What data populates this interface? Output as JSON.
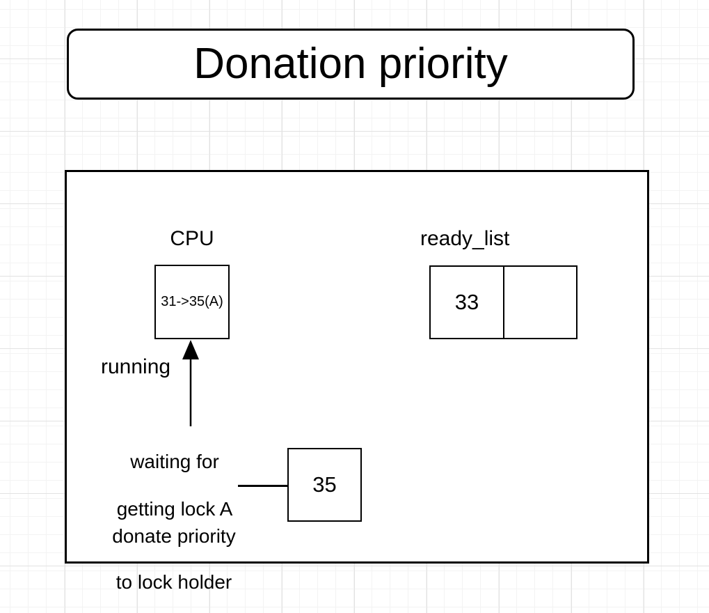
{
  "title": {
    "label": "Donation priority"
  },
  "cpu": {
    "label": "CPU",
    "running_thread": "31->35(A)",
    "status_label": "running"
  },
  "ready_list": {
    "label": "ready_list",
    "cells": [
      {
        "value": "33"
      },
      {
        "value": ""
      }
    ]
  },
  "waiting_thread": {
    "value": "35",
    "waiting_note_line1": "waiting for",
    "waiting_note_line2": "getting lock A",
    "donate_note_line1": "donate priority",
    "donate_note_line2": "to lock holder"
  },
  "colors": {
    "stroke": "#000000",
    "background": "#ffffff",
    "grid_minor": "#f3f3f3",
    "grid_major": "#e2e2e2"
  }
}
